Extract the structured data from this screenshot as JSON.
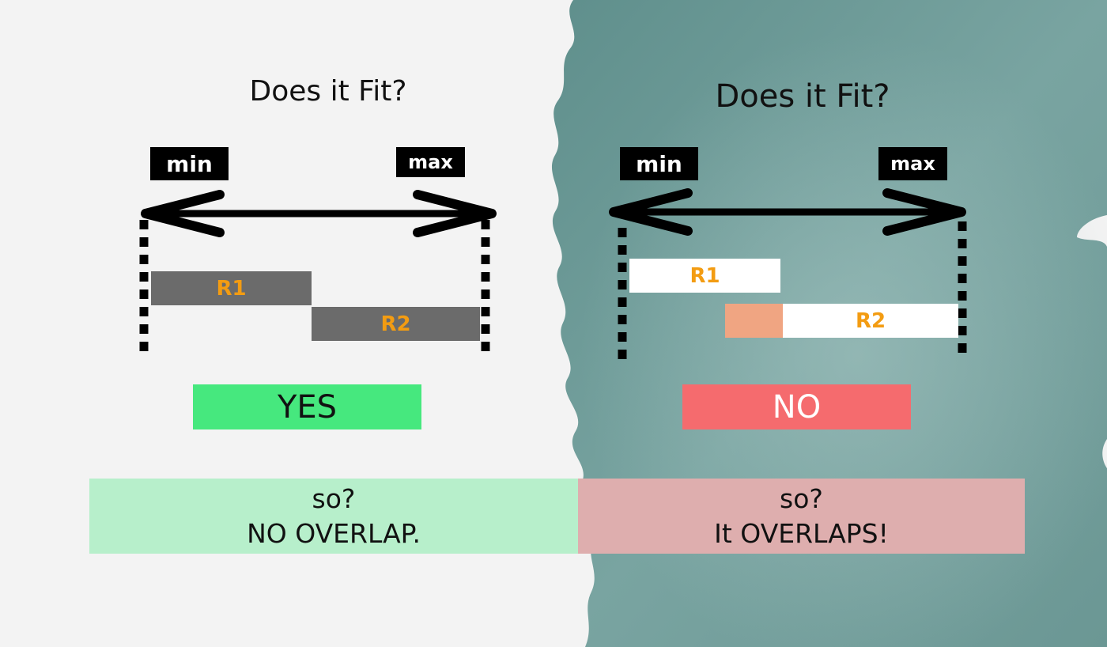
{
  "left_panel": {
    "title": "Does it Fit?",
    "min_label": "min",
    "max_label": "max",
    "r1_label": "R1",
    "r2_label": "R2",
    "verdict": "YES",
    "summary_line1": "so?",
    "summary_line2": "NO OVERLAP."
  },
  "right_panel": {
    "title": "Does it Fit?",
    "min_label": "min",
    "max_label": "max",
    "r1_label": "R1",
    "r2_label": "R2",
    "verdict": "NO",
    "summary_line1": "so?",
    "summary_line2": "It OVERLAPS!"
  },
  "colors": {
    "left_background": "#f3f3f3",
    "right_background": "#6f9c99",
    "range_bar_gray": "#6b6b6b",
    "range_label": "#f39c12",
    "overlap_highlight": "#f0a582",
    "yes_badge": "#46e87e",
    "no_badge": "#f56b6e",
    "summary_green": "#b7efcb",
    "summary_red": "#deaeae"
  }
}
